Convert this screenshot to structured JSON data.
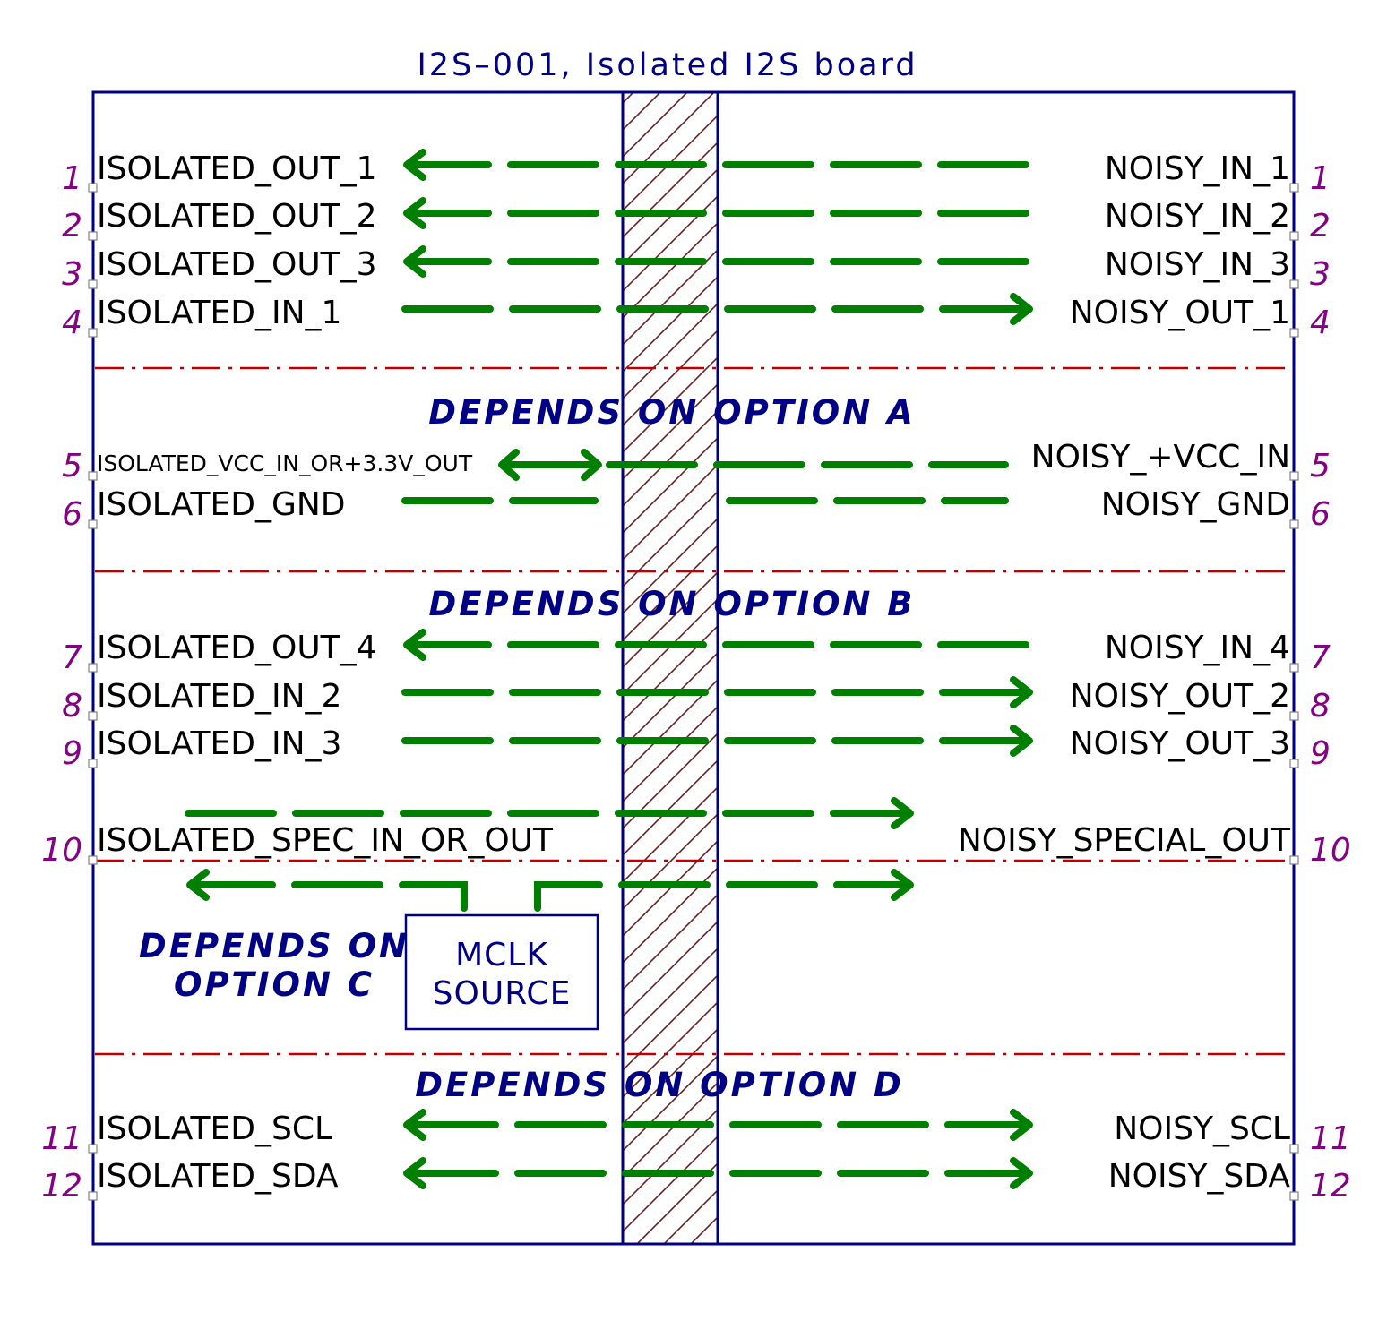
{
  "title": "I2S–001, Isolated I2S board",
  "left_pins": [
    {
      "num": "1",
      "name": "ISOLATED_OUT_1"
    },
    {
      "num": "2",
      "name": "ISOLATED_OUT_2"
    },
    {
      "num": "3",
      "name": "ISOLATED_OUT_3"
    },
    {
      "num": "4",
      "name": "ISOLATED_IN_1"
    },
    {
      "num": "5",
      "name": "ISOLATED_VCC_IN_OR+3.3V_OUT"
    },
    {
      "num": "6",
      "name": "ISOLATED_GND"
    },
    {
      "num": "7",
      "name": "ISOLATED_OUT_4"
    },
    {
      "num": "8",
      "name": "ISOLATED_IN_2"
    },
    {
      "num": "9",
      "name": "ISOLATED_IN_3"
    },
    {
      "num": "10",
      "name": "ISOLATED_SPEC_IN_OR_OUT"
    },
    {
      "num": "11",
      "name": "ISOLATED_SCL"
    },
    {
      "num": "12",
      "name": "ISOLATED_SDA"
    }
  ],
  "right_pins": [
    {
      "num": "1",
      "name": "NOISY_IN_1"
    },
    {
      "num": "2",
      "name": "NOISY_IN_2"
    },
    {
      "num": "3",
      "name": "NOISY_IN_3"
    },
    {
      "num": "4",
      "name": "NOISY_OUT_1"
    },
    {
      "num": "5",
      "name": "NOISY_+VCC_IN"
    },
    {
      "num": "6",
      "name": "NOISY_GND"
    },
    {
      "num": "7",
      "name": "NOISY_IN_4"
    },
    {
      "num": "8",
      "name": "NOISY_OUT_2"
    },
    {
      "num": "9",
      "name": "NOISY_OUT_3"
    },
    {
      "num": "10",
      "name": "NOISY_SPECIAL_OUT"
    },
    {
      "num": "11",
      "name": "NOISY_SCL"
    },
    {
      "num": "12",
      "name": "NOISY_SDA"
    }
  ],
  "option_labels": {
    "a": "DEPENDS ON OPTION A",
    "b": "DEPENDS ON OPTION B",
    "c_line1": "DEPENDS ON",
    "c_line2": "OPTION C",
    "d": "DEPENDS ON OPTION D"
  },
  "mclk": {
    "line1": "MCLK",
    "line2": "SOURCE"
  },
  "colors": {
    "frame": "#000084",
    "signal": "#007f00",
    "divider": "#c00000",
    "pin_number": "#840084",
    "text": "#000000"
  }
}
